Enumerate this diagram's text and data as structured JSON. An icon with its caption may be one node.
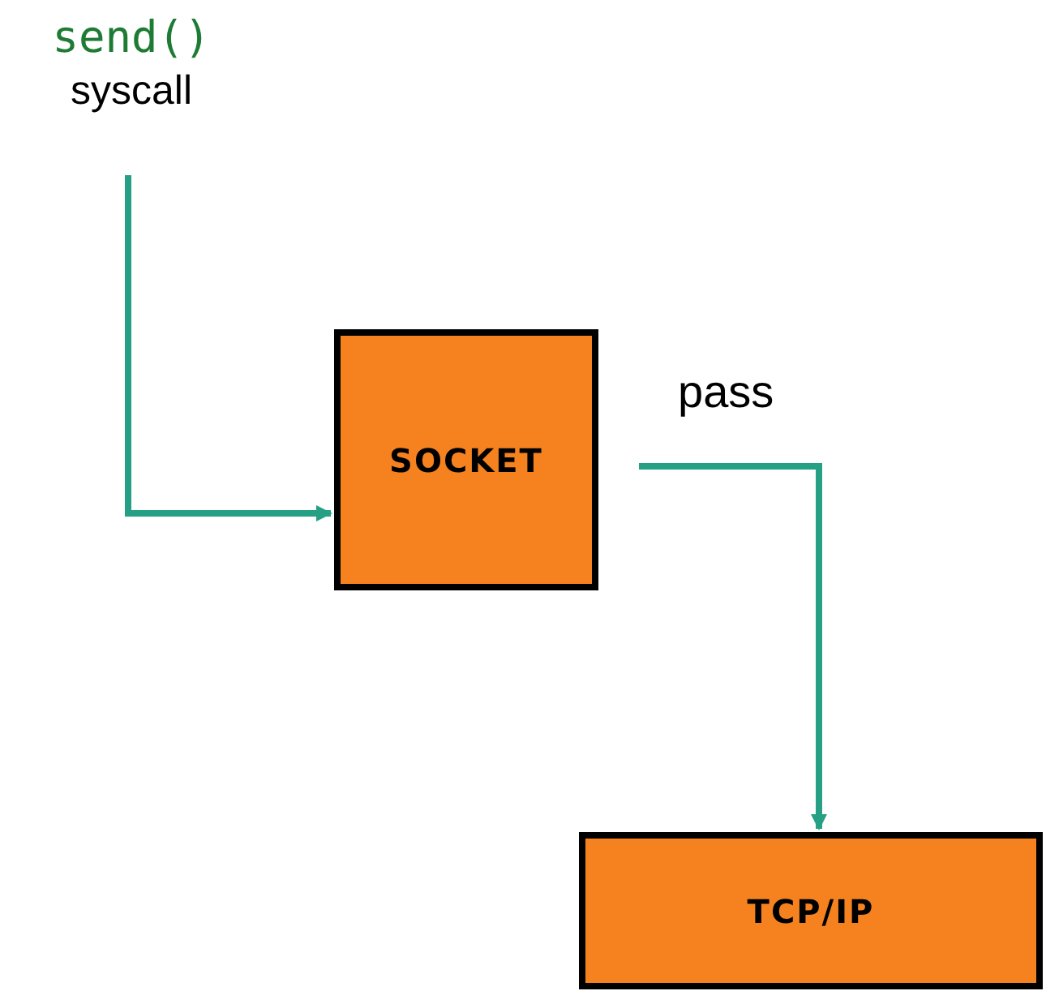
{
  "diagram": {
    "nodes": [
      {
        "text": [
          "send()",
          "syscall"
        ]
      },
      {
        "text": [
          "SOCKET"
        ]
      },
      {
        "text": [
          "TCP/IP"
        ]
      }
    ],
    "edges": [
      {
        "from": 0,
        "to": 1,
        "arrow": "to"
      },
      {
        "from": 1,
        "to": 2,
        "arrow": "to",
        "label": "pass"
      }
    ]
  }
}
